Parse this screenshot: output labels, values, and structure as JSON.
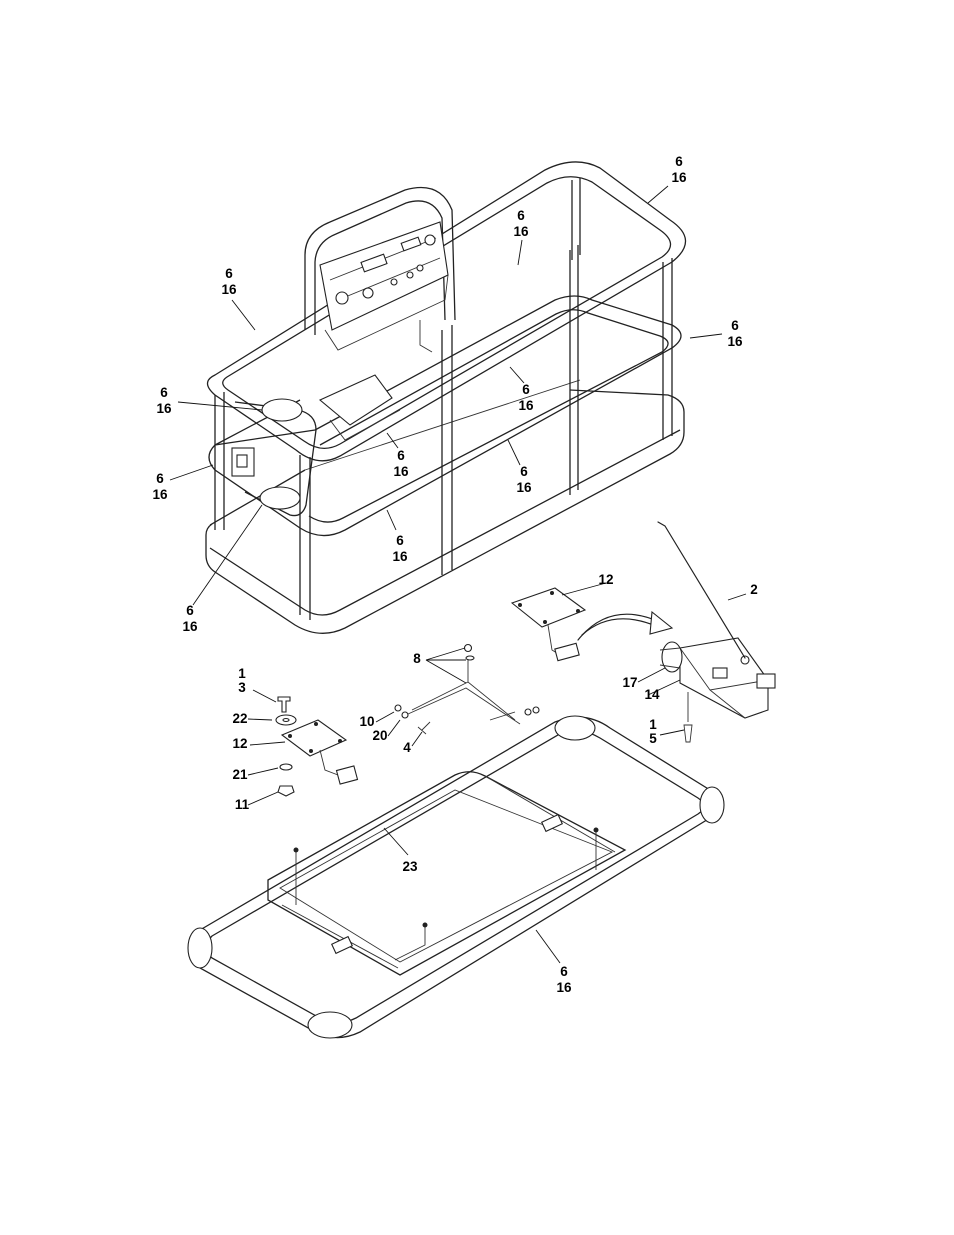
{
  "callouts": [
    {
      "id": "c01",
      "lines": [
        "6",
        "16"
      ]
    },
    {
      "id": "c02",
      "lines": [
        "6",
        "16"
      ]
    },
    {
      "id": "c03",
      "lines": [
        "6",
        "16"
      ]
    },
    {
      "id": "c04",
      "lines": [
        "6",
        "16"
      ]
    },
    {
      "id": "c05",
      "lines": [
        "6",
        "16"
      ]
    },
    {
      "id": "c06",
      "lines": [
        "6",
        "16"
      ]
    },
    {
      "id": "c07",
      "lines": [
        "6",
        "16"
      ]
    },
    {
      "id": "c08",
      "lines": [
        "6",
        "16"
      ]
    },
    {
      "id": "c09",
      "lines": [
        "6",
        "16"
      ]
    },
    {
      "id": "c10",
      "lines": [
        "6",
        "16"
      ]
    },
    {
      "id": "c11",
      "lines": [
        "6",
        "16"
      ]
    },
    {
      "id": "c12",
      "lines": [
        "12"
      ]
    },
    {
      "id": "c13",
      "lines": [
        "2"
      ]
    },
    {
      "id": "c14",
      "lines": [
        "8"
      ]
    },
    {
      "id": "c15",
      "lines": [
        "17"
      ]
    },
    {
      "id": "c16",
      "lines": [
        "14"
      ]
    },
    {
      "id": "c17",
      "lines": [
        "1",
        "3"
      ]
    },
    {
      "id": "c18",
      "lines": [
        "22"
      ]
    },
    {
      "id": "c19",
      "lines": [
        "12"
      ]
    },
    {
      "id": "c20",
      "lines": [
        "10"
      ]
    },
    {
      "id": "c21",
      "lines": [
        "20"
      ]
    },
    {
      "id": "c22",
      "lines": [
        "4"
      ]
    },
    {
      "id": "c23",
      "lines": [
        "1",
        "5"
      ]
    },
    {
      "id": "c24",
      "lines": [
        "21"
      ]
    },
    {
      "id": "c25",
      "lines": [
        "11"
      ]
    },
    {
      "id": "c26",
      "lines": [
        "23"
      ]
    },
    {
      "id": "c27",
      "lines": [
        "6",
        "16"
      ]
    }
  ]
}
